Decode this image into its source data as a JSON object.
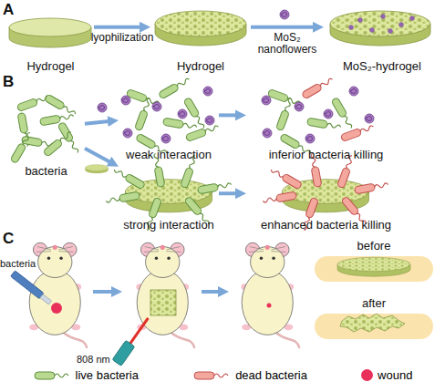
{
  "diagram": {
    "nodes": [
      {
        "text": [
          "Hydrogel"
        ]
      },
      {
        "text": [
          "Hydrogel"
        ]
      },
      {
        "text": [
          "MoS₂-hydrogel"
        ]
      },
      {
        "text": [
          "bacteria"
        ]
      },
      {
        "text": [
          "weak interaction"
        ]
      },
      {
        "text": [
          "inferior bacteria killing"
        ]
      },
      {
        "text": [
          "strong interaction"
        ]
      },
      {
        "text": [
          "enhanced bacteria killing"
        ]
      },
      {
        "text": [
          "before"
        ]
      },
      {
        "text": [
          "after"
        ]
      }
    ],
    "edges": [
      {
        "from": 0,
        "to": 1,
        "arrow": "to",
        "label": "lyophilization"
      },
      {
        "from": 1,
        "to": 2,
        "arrow": "to",
        "label": "MoS₂ nanoflowers"
      },
      {
        "from": 3,
        "to": 4,
        "arrow": "to"
      },
      {
        "from": 4,
        "to": 5,
        "arrow": "to"
      },
      {
        "from": 3,
        "to": 6,
        "arrow": "to"
      },
      {
        "from": 6,
        "to": 7,
        "arrow": "to"
      }
    ],
    "labels": [
      "A",
      "B",
      "C",
      "bacteria",
      "808 nm"
    ],
    "legend": [
      {
        "text": "live bacteria"
      },
      {
        "text": "dead bacteria"
      },
      {
        "text": "wound",
        "color": "#e8305a"
      }
    ]
  }
}
